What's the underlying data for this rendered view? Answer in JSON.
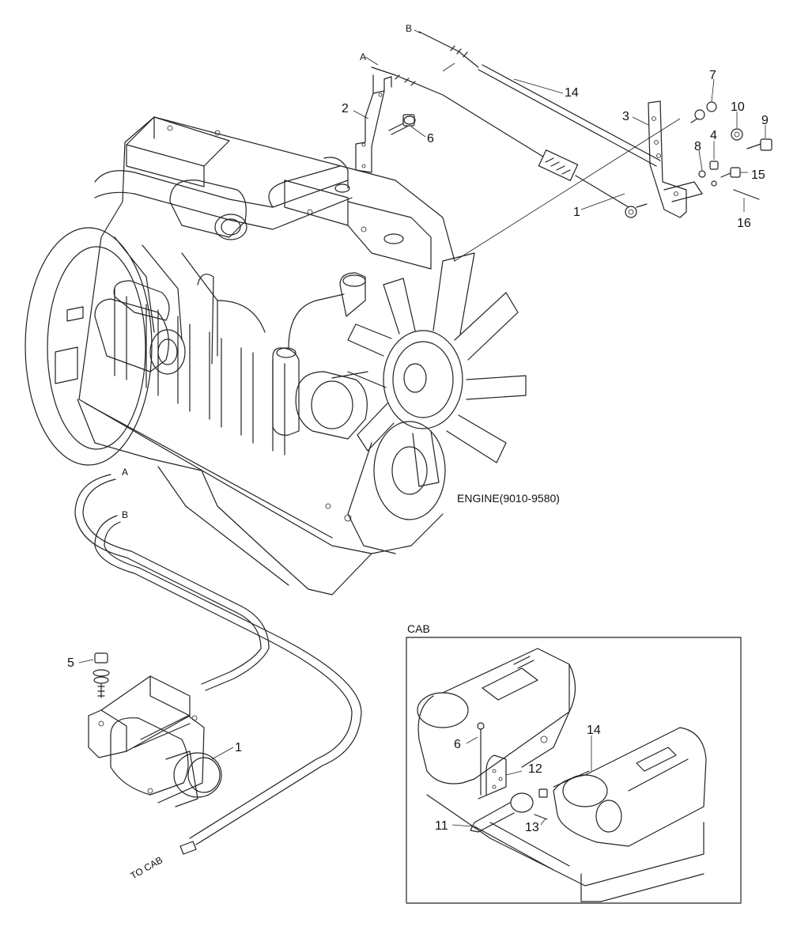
{
  "labels": {
    "engine": "ENGINE(9010-9580)",
    "cab": "CAB",
    "to_cab": "TO CAB",
    "conn_a": "A",
    "conn_b": "B"
  },
  "callouts": {
    "p1_top": "1",
    "p2": "2",
    "p3": "3",
    "p4": "4",
    "p6_top": "6",
    "p7": "7",
    "p8": "8",
    "p9": "9",
    "p10": "10",
    "p14_top": "14",
    "p15": "15",
    "p16": "16",
    "p5": "5",
    "p1_bottom": "1",
    "p6_cab": "6",
    "p11": "11",
    "p12": "12",
    "p13": "13",
    "p14_cab": "14"
  }
}
